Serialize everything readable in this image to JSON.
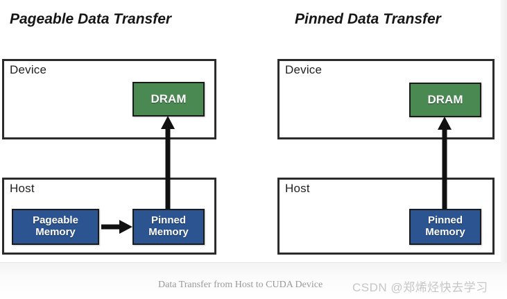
{
  "figure": {
    "caption": "Data Transfer from Host to CUDA Device",
    "watermark": "CSDN @郑烯烃快去学习",
    "colors": {
      "dram_green": "#4a8a52",
      "memory_blue": "#2b5490",
      "box_outline": "#2b2b2b",
      "canvas": "#ffffff",
      "caption_text": "#9a9a9a",
      "watermark_text": "#c6c6c6"
    }
  },
  "panels": [
    {
      "id": "pageable",
      "title": "Pageable Data Transfer",
      "device_region_label": "Device",
      "host_region_label": "Host",
      "device_blocks": [
        {
          "label": "DRAM",
          "color": "green"
        }
      ],
      "host_blocks": [
        {
          "label": "Pageable\nMemory",
          "line1": "Pageable",
          "line2": "Memory",
          "color": "blue"
        },
        {
          "label": "Pinned\nMemory",
          "line1": "Pinned",
          "line2": "Memory",
          "color": "blue"
        }
      ],
      "arrows": [
        {
          "name": "pageable-to-pinned",
          "direction": "right"
        },
        {
          "name": "pinned-to-dram",
          "direction": "up"
        }
      ]
    },
    {
      "id": "pinned",
      "title": "Pinned Data Transfer",
      "device_region_label": "Device",
      "host_region_label": "Host",
      "device_blocks": [
        {
          "label": "DRAM",
          "color": "green"
        }
      ],
      "host_blocks": [
        {
          "label": "Pinned\nMemory",
          "line1": "Pinned",
          "line2": "Memory",
          "color": "blue"
        }
      ],
      "arrows": [
        {
          "name": "pinned-to-dram",
          "direction": "up"
        }
      ]
    }
  ]
}
